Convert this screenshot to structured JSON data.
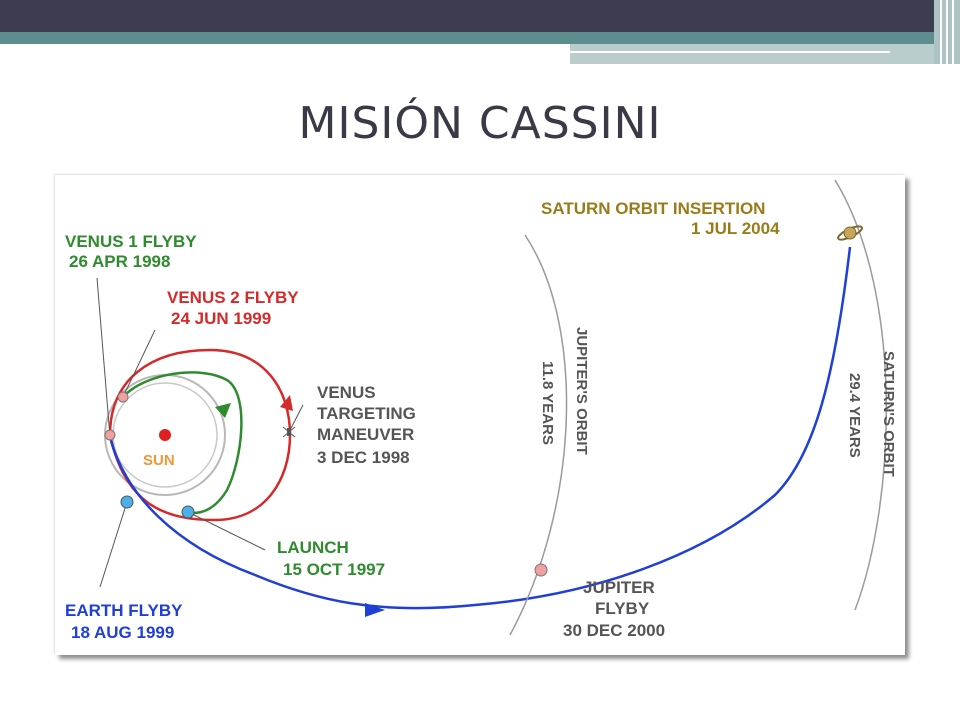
{
  "slide": {
    "title": "MISIÓN CASSINI"
  },
  "colors": {
    "header_dark": "#3e3d4f",
    "header_teal": "#5c8e8f",
    "venus1": "#2e8b2e",
    "venus2": "#d42a2a",
    "earth": "#1f3fd6",
    "saturn_label": "#9a7b1a",
    "gray_label": "#555555",
    "sun": "#e02020",
    "sun_label": "#e89a3a"
  },
  "diagram": {
    "labels": {
      "venus1_title": "VENUS 1 FLYBY",
      "venus1_date": "26 APR 1998",
      "venus2_title": "VENUS 2 FLYBY",
      "venus2_date": "24 JUN 1999",
      "vtm_line1": "VENUS",
      "vtm_line2": "TARGETING",
      "vtm_line3": "MANEUVER",
      "vtm_date": "3 DEC 1998",
      "sun": "SUN",
      "launch_title": "LAUNCH",
      "launch_date": "15 OCT 1997",
      "earth_title": "EARTH FLYBY",
      "earth_date": "18 AUG 1999",
      "jupiter_orbit": "JUPITER'S ORBIT",
      "jupiter_years": "11.8 YEARS",
      "jupiter_title": "JUPITER",
      "jupiter_flyby": "FLYBY",
      "jupiter_date": "30 DEC 2000",
      "saturn_title": "SATURN ORBIT INSERTION",
      "saturn_date": "1 JUL 2004",
      "saturn_orbit": "SATURN'S ORBIT",
      "saturn_years": "29.4 YEARS"
    }
  }
}
